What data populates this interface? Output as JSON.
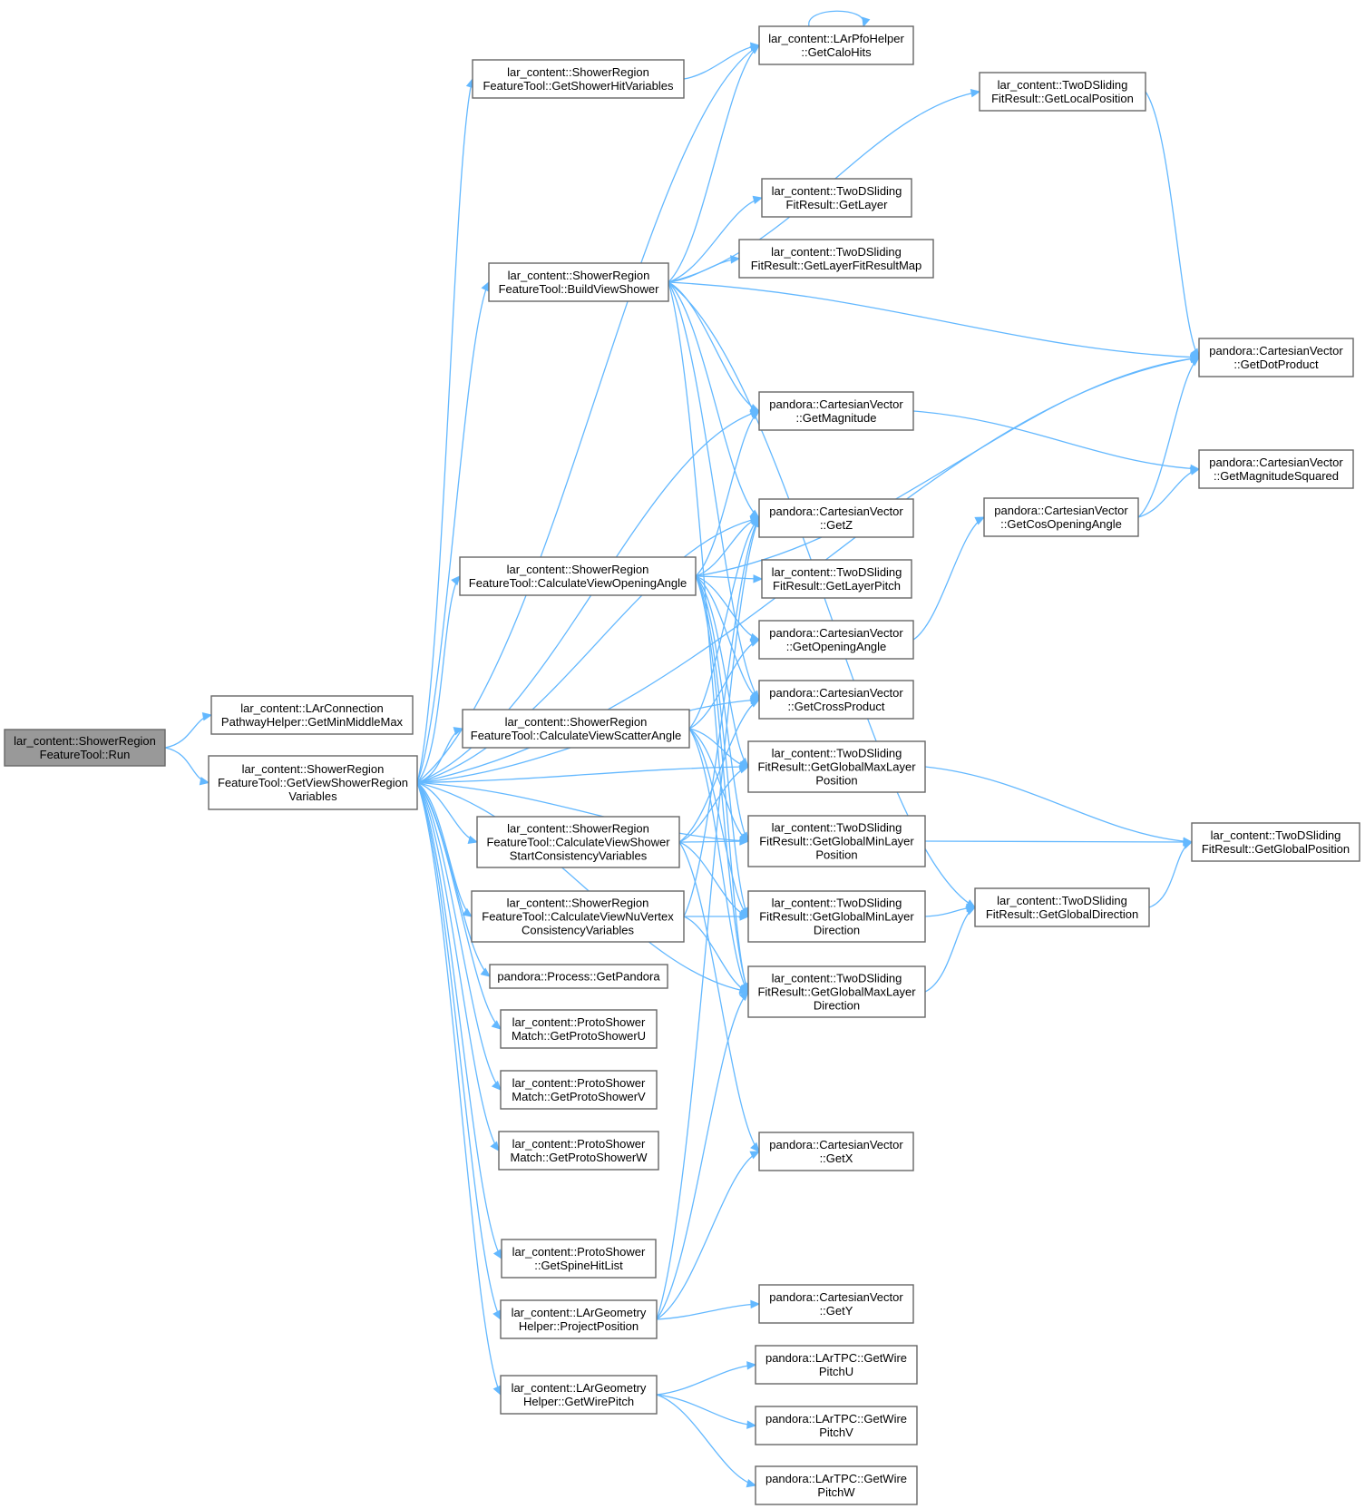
{
  "graph": {
    "colors": {
      "edge": "#63b8ff",
      "node_border": "#666666",
      "root_fill": "#999999",
      "node_fill": "#ffffff"
    },
    "nodes": [
      {
        "id": "run",
        "lines": [
          "lar_content::ShowerRegion",
          "FeatureTool::Run"
        ],
        "root": true
      },
      {
        "id": "getminmiddlemax",
        "lines": [
          "lar_content::LArConnection",
          "PathwayHelper::GetMinMiddleMax"
        ]
      },
      {
        "id": "getviewshowerregionvariables",
        "lines": [
          "lar_content::ShowerRegion",
          "FeatureTool::GetViewShowerRegion",
          "Variables"
        ]
      },
      {
        "id": "getshowerhitvariables",
        "lines": [
          "lar_content::ShowerRegion",
          "FeatureTool::GetShowerHitVariables"
        ]
      },
      {
        "id": "buildviewshower",
        "lines": [
          "lar_content::ShowerRegion",
          "FeatureTool::BuildViewShower"
        ]
      },
      {
        "id": "calculateviewopeningangle",
        "lines": [
          "lar_content::ShowerRegion",
          "FeatureTool::CalculateViewOpeningAngle"
        ]
      },
      {
        "id": "calculateviewscatterangle",
        "lines": [
          "lar_content::ShowerRegion",
          "FeatureTool::CalculateViewScatterAngle"
        ]
      },
      {
        "id": "calculateviewshowerstart",
        "lines": [
          "lar_content::ShowerRegion",
          "FeatureTool::CalculateViewShower",
          "StartConsistencyVariables"
        ]
      },
      {
        "id": "calculateviewnuvertex",
        "lines": [
          "lar_content::ShowerRegion",
          "FeatureTool::CalculateViewNuVertex",
          "ConsistencyVariables"
        ]
      },
      {
        "id": "getpandora",
        "lines": [
          "pandora::Process::GetPandora"
        ]
      },
      {
        "id": "getprotoshoweru",
        "lines": [
          "lar_content::ProtoShower",
          "Match::GetProtoShowerU"
        ]
      },
      {
        "id": "getprotoshowerv",
        "lines": [
          "lar_content::ProtoShower",
          "Match::GetProtoShowerV"
        ]
      },
      {
        "id": "getprotoshowerw",
        "lines": [
          "lar_content::ProtoShower",
          "Match::GetProtoShowerW"
        ]
      },
      {
        "id": "getspinehitlist",
        "lines": [
          "lar_content::ProtoShower",
          "::GetSpineHitList"
        ]
      },
      {
        "id": "projectposition",
        "lines": [
          "lar_content::LArGeometry",
          "Helper::ProjectPosition"
        ]
      },
      {
        "id": "getwirepitch",
        "lines": [
          "lar_content::LArGeometry",
          "Helper::GetWirePitch"
        ]
      },
      {
        "id": "getcalohits",
        "lines": [
          "lar_content::LArPfoHelper",
          "::GetCaloHits"
        ]
      },
      {
        "id": "getlayer",
        "lines": [
          "lar_content::TwoDSliding",
          "FitResult::GetLayer"
        ]
      },
      {
        "id": "getlayerfitresultmap",
        "lines": [
          "lar_content::TwoDSliding",
          "FitResult::GetLayerFitResultMap"
        ]
      },
      {
        "id": "getmagnitude",
        "lines": [
          "pandora::CartesianVector",
          "::GetMagnitude"
        ]
      },
      {
        "id": "getz",
        "lines": [
          "pandora::CartesianVector",
          "::GetZ"
        ]
      },
      {
        "id": "getlayerpitch",
        "lines": [
          "lar_content::TwoDSliding",
          "FitResult::GetLayerPitch"
        ]
      },
      {
        "id": "getopeningangle",
        "lines": [
          "pandora::CartesianVector",
          "::GetOpeningAngle"
        ]
      },
      {
        "id": "getcrossproduct",
        "lines": [
          "pandora::CartesianVector",
          "::GetCrossProduct"
        ]
      },
      {
        "id": "getglobalmaxlayerposition",
        "lines": [
          "lar_content::TwoDSliding",
          "FitResult::GetGlobalMaxLayer",
          "Position"
        ]
      },
      {
        "id": "getglobalminlayerposition",
        "lines": [
          "lar_content::TwoDSliding",
          "FitResult::GetGlobalMinLayer",
          "Position"
        ]
      },
      {
        "id": "getglobalminlayerdirection",
        "lines": [
          "lar_content::TwoDSliding",
          "FitResult::GetGlobalMinLayer",
          "Direction"
        ]
      },
      {
        "id": "getglobalmaxlayerdirection",
        "lines": [
          "lar_content::TwoDSliding",
          "FitResult::GetGlobalMaxLayer",
          "Direction"
        ]
      },
      {
        "id": "getx",
        "lines": [
          "pandora::CartesianVector",
          "::GetX"
        ]
      },
      {
        "id": "gety",
        "lines": [
          "pandora::CartesianVector",
          "::GetY"
        ]
      },
      {
        "id": "getwirepitchu",
        "lines": [
          "pandora::LArTPC::GetWire",
          "PitchU"
        ]
      },
      {
        "id": "getwirepitchv",
        "lines": [
          "pandora::LArTPC::GetWire",
          "PitchV"
        ]
      },
      {
        "id": "getwirepitchw",
        "lines": [
          "pandora::LArTPC::GetWire",
          "PitchW"
        ]
      },
      {
        "id": "getlocalposition",
        "lines": [
          "lar_content::TwoDSliding",
          "FitResult::GetLocalPosition"
        ]
      },
      {
        "id": "getcosopeningangle",
        "lines": [
          "pandora::CartesianVector",
          "::GetCosOpeningAngle"
        ]
      },
      {
        "id": "getglobaldirection",
        "lines": [
          "lar_content::TwoDSliding",
          "FitResult::GetGlobalDirection"
        ]
      },
      {
        "id": "getdotproduct",
        "lines": [
          "pandora::CartesianVector",
          "::GetDotProduct"
        ]
      },
      {
        "id": "getmagnitudesquared",
        "lines": [
          "pandora::CartesianVector",
          "::GetMagnitudeSquared"
        ]
      },
      {
        "id": "getglobalposition",
        "lines": [
          "lar_content::TwoDSliding",
          "FitResult::GetGlobalPosition"
        ]
      }
    ],
    "edges": [
      [
        "run",
        "getminmiddlemax"
      ],
      [
        "run",
        "getviewshowerregionvariables"
      ],
      [
        "getviewshowerregionvariables",
        "getshowerhitvariables"
      ],
      [
        "getviewshowerregionvariables",
        "buildviewshower"
      ],
      [
        "getviewshowerregionvariables",
        "calculateviewopeningangle"
      ],
      [
        "getviewshowerregionvariables",
        "calculateviewscatterangle"
      ],
      [
        "getviewshowerregionvariables",
        "calculateviewshowerstart"
      ],
      [
        "getviewshowerregionvariables",
        "calculateviewnuvertex"
      ],
      [
        "getviewshowerregionvariables",
        "getpandora"
      ],
      [
        "getviewshowerregionvariables",
        "getprotoshoweru"
      ],
      [
        "getviewshowerregionvariables",
        "getprotoshowerv"
      ],
      [
        "getviewshowerregionvariables",
        "getprotoshowerw"
      ],
      [
        "getviewshowerregionvariables",
        "getspinehitlist"
      ],
      [
        "getviewshowerregionvariables",
        "projectposition"
      ],
      [
        "getviewshowerregionvariables",
        "getwirepitch"
      ],
      [
        "getviewshowerregionvariables",
        "getcalohits"
      ],
      [
        "getviewshowerregionvariables",
        "getmagnitude"
      ],
      [
        "getviewshowerregionvariables",
        "getz"
      ],
      [
        "getviewshowerregionvariables",
        "getdotproduct"
      ],
      [
        "getviewshowerregionvariables",
        "getcrossproduct"
      ],
      [
        "getviewshowerregionvariables",
        "getglobalminlayerposition"
      ],
      [
        "getviewshowerregionvariables",
        "getglobalmaxlayerdirection"
      ],
      [
        "getviewshowerregionvariables",
        "getglobalmaxlayerposition"
      ],
      [
        "getshowerhitvariables",
        "getcalohits"
      ],
      [
        "getcalohits",
        "getcalohits"
      ],
      [
        "buildviewshower",
        "getcalohits"
      ],
      [
        "buildviewshower",
        "getlocalposition"
      ],
      [
        "buildviewshower",
        "getlayer"
      ],
      [
        "buildviewshower",
        "getlayerfitresultmap"
      ],
      [
        "buildviewshower",
        "getdotproduct"
      ],
      [
        "buildviewshower",
        "getmagnitude"
      ],
      [
        "buildviewshower",
        "getz"
      ],
      [
        "buildviewshower",
        "getcrossproduct"
      ],
      [
        "buildviewshower",
        "getglobaldirection"
      ],
      [
        "buildviewshower",
        "getglobalmaxlayerdirection"
      ],
      [
        "calculateviewopeningangle",
        "getz"
      ],
      [
        "calculateviewopeningangle",
        "getlayerpitch"
      ],
      [
        "calculateviewopeningangle",
        "getopeningangle"
      ],
      [
        "calculateviewopeningangle",
        "getmagnitude"
      ],
      [
        "calculateviewopeningangle",
        "getdotproduct"
      ],
      [
        "calculateviewopeningangle",
        "getcrossproduct"
      ],
      [
        "calculateviewopeningangle",
        "getglobalmaxlayerposition"
      ],
      [
        "calculateviewopeningangle",
        "getglobalminlayerposition"
      ],
      [
        "calculateviewopeningangle",
        "getglobalminlayerdirection"
      ],
      [
        "calculateviewopeningangle",
        "getglobalmaxlayerdirection"
      ],
      [
        "calculateviewscatterangle",
        "getz"
      ],
      [
        "calculateviewscatterangle",
        "getopeningangle"
      ],
      [
        "calculateviewscatterangle",
        "getglobalmaxlayerposition"
      ],
      [
        "calculateviewscatterangle",
        "getglobalminlayerposition"
      ],
      [
        "calculateviewscatterangle",
        "getglobalminlayerdirection"
      ],
      [
        "calculateviewscatterangle",
        "getglobalmaxlayerdirection"
      ],
      [
        "calculateviewshowerstart",
        "getcrossproduct"
      ],
      [
        "calculateviewshowerstart",
        "getglobalmaxlayerposition"
      ],
      [
        "calculateviewshowerstart",
        "getglobalminlayerposition"
      ],
      [
        "calculateviewshowerstart",
        "getglobalminlayerdirection"
      ],
      [
        "calculateviewshowerstart",
        "getx"
      ],
      [
        "calculateviewnuvertex",
        "getz"
      ],
      [
        "calculateviewnuvertex",
        "getglobalminlayerdirection"
      ],
      [
        "calculateviewnuvertex",
        "getglobalmaxlayerdirection"
      ],
      [
        "projectposition",
        "getx"
      ],
      [
        "projectposition",
        "gety"
      ],
      [
        "projectposition",
        "getz"
      ],
      [
        "projectposition",
        "getglobalmaxlayerdirection"
      ],
      [
        "getwirepitch",
        "getwirepitchu"
      ],
      [
        "getwirepitch",
        "getwirepitchv"
      ],
      [
        "getwirepitch",
        "getwirepitchw"
      ],
      [
        "getlocalposition",
        "getdotproduct"
      ],
      [
        "getmagnitude",
        "getmagnitudesquared"
      ],
      [
        "getopeningangle",
        "getcosopeningangle"
      ],
      [
        "getcosopeningangle",
        "getdotproduct"
      ],
      [
        "getcosopeningangle",
        "getmagnitudesquared"
      ],
      [
        "getglobalmaxlayerposition",
        "getglobalposition"
      ],
      [
        "getglobalminlayerposition",
        "getglobalposition"
      ],
      [
        "getglobalminlayerdirection",
        "getglobaldirection"
      ],
      [
        "getglobalmaxlayerdirection",
        "getglobaldirection"
      ],
      [
        "getglobaldirection",
        "getglobalposition"
      ]
    ]
  }
}
